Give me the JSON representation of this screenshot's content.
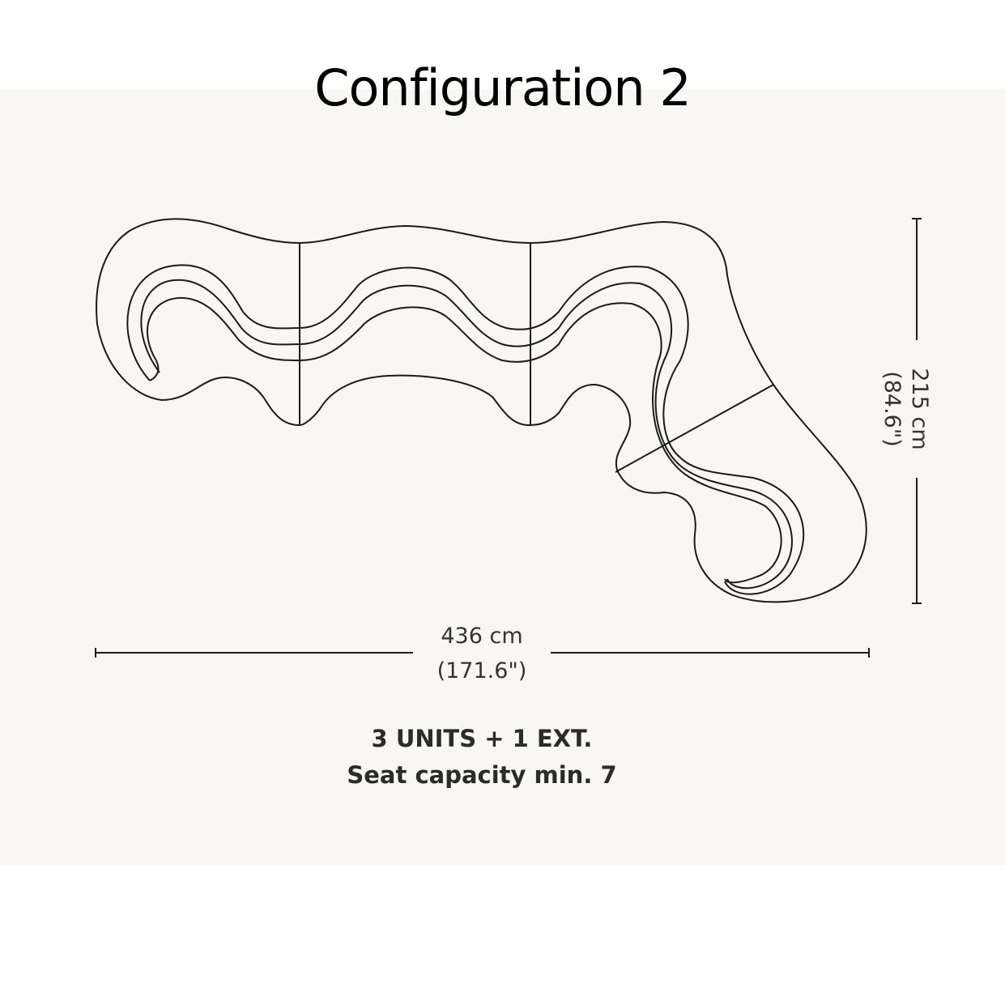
{
  "title": "Configuration 2",
  "dimensions": {
    "width_cm": "436 cm",
    "width_in": "(171.6\")",
    "depth_cm": "215 cm",
    "depth_in": "(84.6\")"
  },
  "info": {
    "units": "3 UNITS + 1 EXT.",
    "capacity": "Seat capacity min. 7"
  },
  "colors": {
    "line": "#1a1a1a",
    "panel": "#f8f7f4"
  }
}
